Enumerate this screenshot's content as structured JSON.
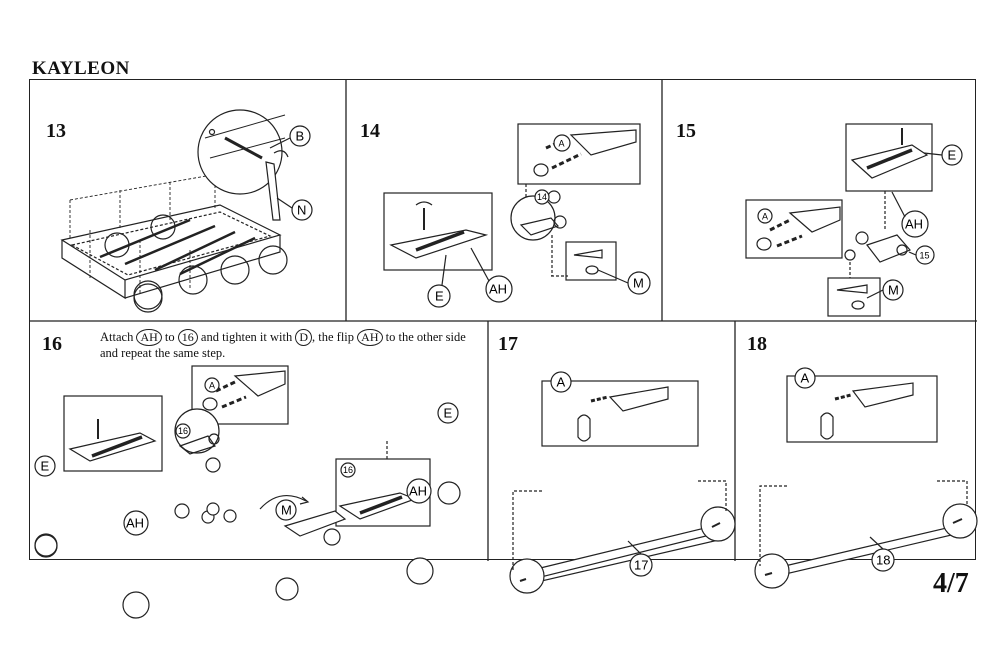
{
  "document": {
    "title": "KAYLEON",
    "page": "4/7"
  },
  "steps": [
    {
      "number": "13",
      "labels": [
        "B",
        "N"
      ]
    },
    {
      "number": "14",
      "labels": [
        "A",
        "14",
        "E",
        "AH",
        "M"
      ]
    },
    {
      "number": "15",
      "labels": [
        "A",
        "E",
        "AH",
        "15",
        "M"
      ]
    },
    {
      "number": "16",
      "labels": [
        "A",
        "16",
        "16",
        "E",
        "AH",
        "E",
        "AH",
        "M"
      ],
      "instruction": {
        "w1": "Attach",
        "r1": "AH",
        "w2": "to",
        "r2": "16",
        "w3": "and tighten it with",
        "r3": "D",
        "w4": ", the flip",
        "r4": "AH",
        "w5": "to the other side",
        "line2": "and repeat the same step."
      }
    },
    {
      "number": "17",
      "labels": [
        "A",
        "17"
      ]
    },
    {
      "number": "18",
      "labels": [
        "A",
        "18"
      ]
    }
  ]
}
